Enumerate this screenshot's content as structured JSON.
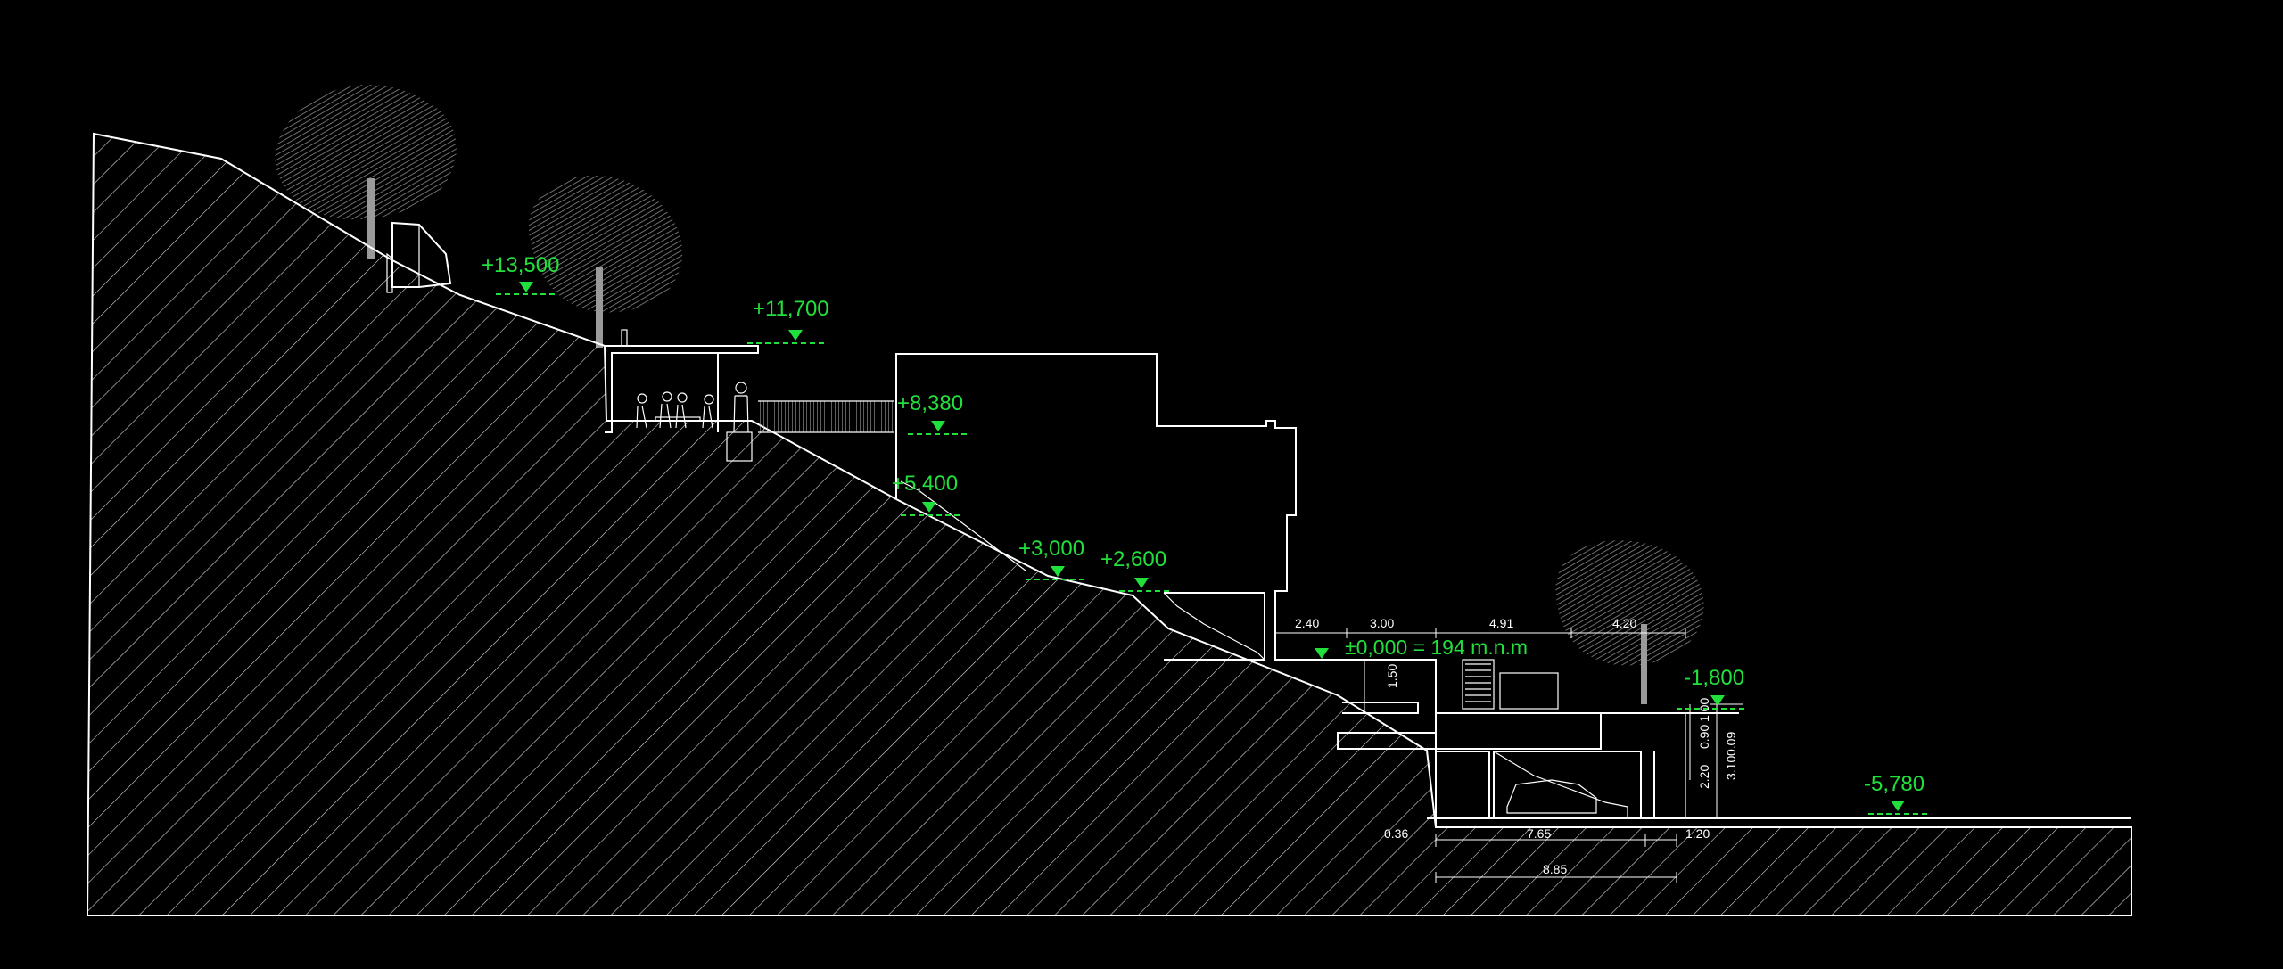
{
  "levels": {
    "l13500": "+13,500",
    "l11700": "+11,700",
    "l8380": "+8,380",
    "l5400": "+5,400",
    "l3000": "+3,000",
    "l2600": "+2,600",
    "l0000": "±0,000 = 194 m.n.m",
    "lm1800": "-1,800",
    "lm5780": "-5,780"
  },
  "dimensions": {
    "top": [
      "2.40",
      "3.00",
      "4.91",
      "4.20"
    ],
    "vertical": [
      "1.50",
      "1.00",
      "0.90",
      "3.10",
      "0.09",
      "2.20"
    ],
    "bottom": [
      "0.36",
      "7.65",
      "1.20"
    ],
    "overall": "8.85"
  },
  "colors": {
    "background": "#000000",
    "lines": "#ffffff",
    "level_markers": "#22e03c",
    "trees": "#8a8a8a"
  }
}
